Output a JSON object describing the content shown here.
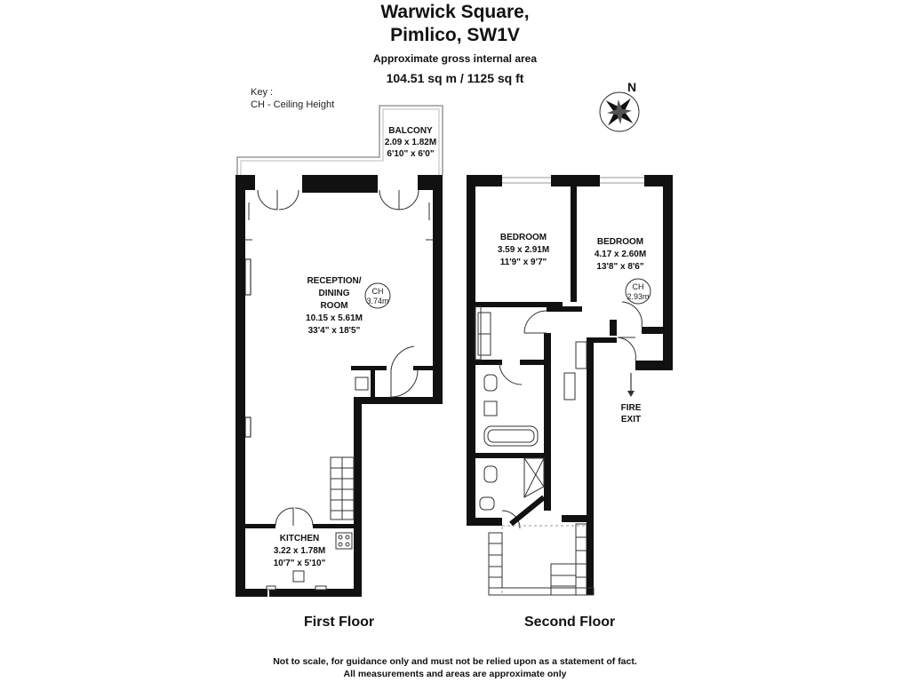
{
  "title": {
    "line1": "Warwick Square,",
    "line2": "Pimlico, SW1V",
    "subtitle": "Approximate gross internal area",
    "area": "104.51 sq m /  1125 sq ft"
  },
  "key": {
    "label": "Key :",
    "ch": "CH - Ceiling Height"
  },
  "compass": {
    "label": "N"
  },
  "first_floor": {
    "label": "First Floor",
    "balcony": {
      "name": "BALCONY",
      "metric": "2.09 x 1.82M",
      "imperial": "6'10\" x 6'0\""
    },
    "reception": {
      "name1": "RECEPTION/",
      "name2": "DINING",
      "name3": "ROOM",
      "metric": "10.15 x 5.61M",
      "imperial": "33'4\" x 18'5\""
    },
    "reception_ch": {
      "label": "CH",
      "value": "3.74m"
    },
    "kitchen": {
      "name": "KITCHEN",
      "metric": "3.22 x 1.78M",
      "imperial": "10'7\" x 5'10\""
    }
  },
  "second_floor": {
    "label": "Second Floor",
    "bedroom1": {
      "name": "BEDROOM",
      "metric": "3.59 x 2.91M",
      "imperial": "11'9\" x 9'7\""
    },
    "bedroom2": {
      "name": "BEDROOM",
      "metric": "4.17 x 2.60M",
      "imperial": "13'8\" x 8'6\""
    },
    "bedroom2_ch": {
      "label": "CH",
      "value": "2.93m"
    },
    "fire_exit": {
      "line1": "FIRE",
      "line2": "EXIT"
    }
  },
  "footer": {
    "line1": "Not to scale, for guidance only and must not be relied upon as a statement of fact.",
    "line2": "All measurements and areas are approximate only"
  }
}
